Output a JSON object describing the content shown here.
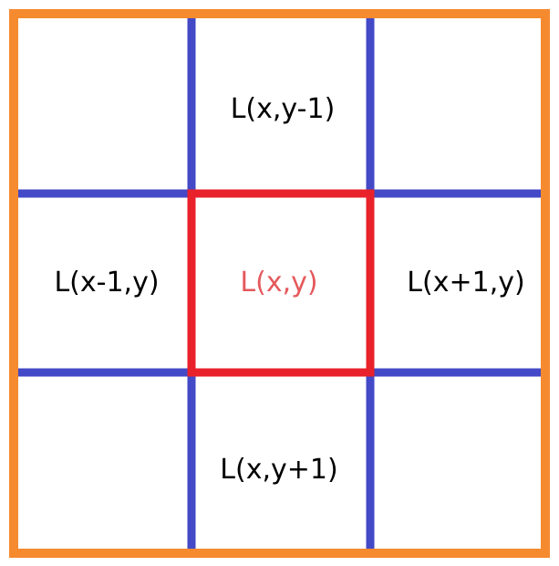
{
  "colors": {
    "outer_border": "#f58a2f",
    "grid_lines": "#4349c7",
    "center_highlight": "#e8212b",
    "label_text": "#000000",
    "center_label_text": "#e5595c",
    "background": "#ffffff"
  },
  "labels": {
    "top": "L(x,y-1)",
    "left": "L(x-1,y)",
    "center": "L(x,y)",
    "right": "L(x+1,y)",
    "bottom": "L(x,y+1)"
  }
}
